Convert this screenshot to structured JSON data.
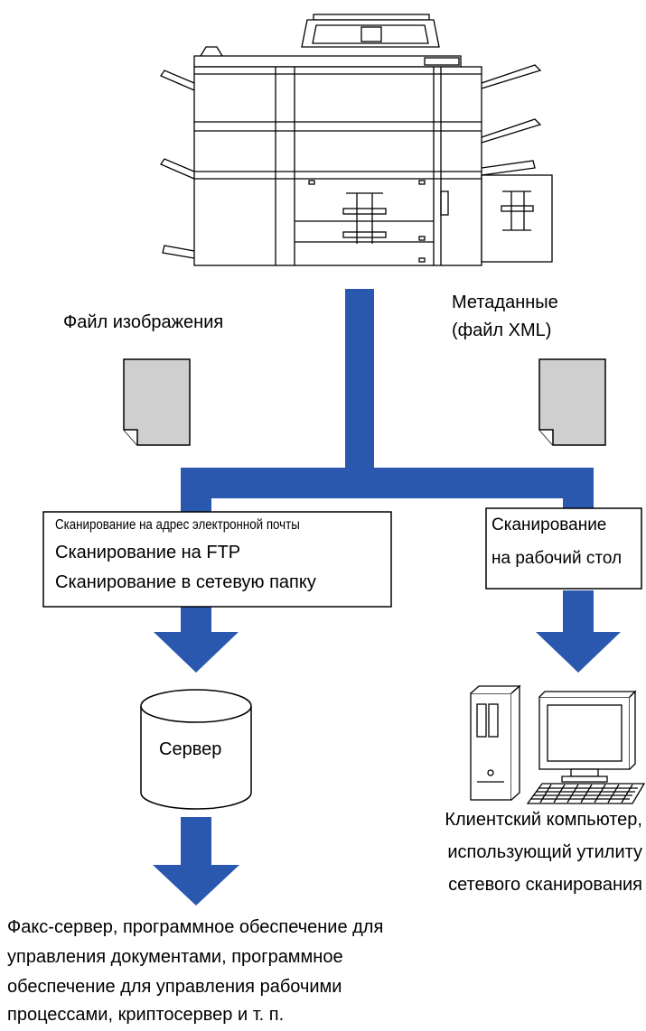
{
  "labels": {
    "image_file": "Файл изображения",
    "metadata_line1": "Метаданные",
    "metadata_line2": "(файл XML)",
    "email_scan": "Сканирование на адрес электронной почты",
    "ftp_scan": "Сканирование на FTP",
    "folder_scan": "Сканирование в сетевую папку",
    "desktop_line1": "Сканирование",
    "desktop_line2": "на рабочий стол",
    "server": "Сервер",
    "client_line1": "Клиентский компьютер,",
    "client_line2": "использующий утилиту",
    "client_line3": "сетевого сканирования",
    "dest_line1": "Факс-сервер, программное обеспечение для",
    "dest_line2": "управления документами, программное",
    "dest_line3": "обеспечение для управления рабочими",
    "dest_line4": "процессами, криптосервер и т. п."
  },
  "colors": {
    "flow_blue": "#2a58ae",
    "document_gray": "#cfcfcf"
  },
  "icons": {
    "printer": "multifunction-printer-icon",
    "document": "document-icon",
    "server": "server-cylinder-icon",
    "computer": "desktop-computer-icon"
  }
}
